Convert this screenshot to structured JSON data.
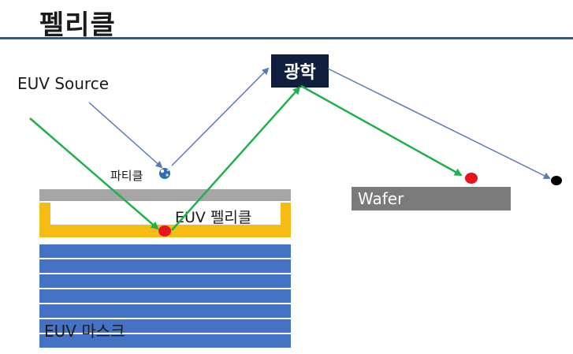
{
  "title": "펠리클",
  "labels": {
    "source": "EUV Source",
    "particle": "파티클",
    "optics": "광학",
    "wafer": "Wafer",
    "pellicle": "EUV 펠리클",
    "mask": "EUV 마스크"
  },
  "colors": {
    "title_rule": "#2e5a8a",
    "optics_box": "#0f1f3d",
    "wafer": "#7a7a7a",
    "pellicle_film": "#a6a6a6",
    "pellicle_frame": "#f5bc14",
    "mask_layer": "#4472c4",
    "green_ray": "#22b04b",
    "blue_ray": "#5b79b4",
    "red_dot": "#e8141b",
    "black_dot": "#000000",
    "particle_icon": "#2f6db4"
  },
  "icons": [
    "particle-icon",
    "red-dot-icon",
    "black-dot-icon",
    "arrow-icon"
  ]
}
